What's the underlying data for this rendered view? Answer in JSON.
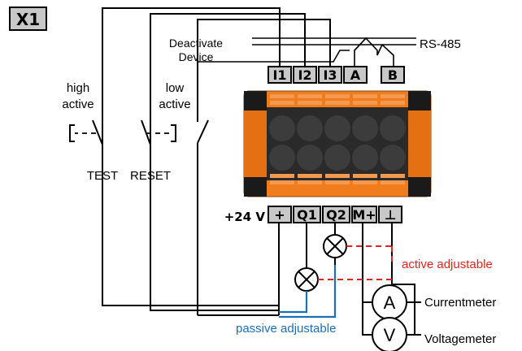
{
  "connector_label": "X1",
  "top_terminals": [
    "I1",
    "I2",
    "I3",
    "A",
    "B"
  ],
  "bottom_terminals": [
    "+",
    "Q1",
    "Q2",
    "M+",
    "⊥"
  ],
  "supply_label": "+24 V",
  "labels": {
    "deactivate_line1": "Deactivate",
    "deactivate_line2": "Device",
    "rs485": "RS-485",
    "high_active_line1": "high",
    "high_active_line2": "active",
    "low_active_line1": "low",
    "low_active_line2": "active",
    "test": "TEST",
    "reset": "RESET",
    "active_adjustable": "active adjustable",
    "passive_adjustable": "passive adjustable",
    "currentmeter": "Currentmeter",
    "voltagemeter": "Voltagemeter",
    "ammeter_symbol": "A",
    "voltmeter_symbol": "V"
  },
  "colors": {
    "active_wire": "#e2231a",
    "passive_wire": "#1b6fb8",
    "terminal_fill": "#c8c8c8",
    "block_orange": "#f07c1c",
    "block_dark": "#1a1a1a"
  }
}
